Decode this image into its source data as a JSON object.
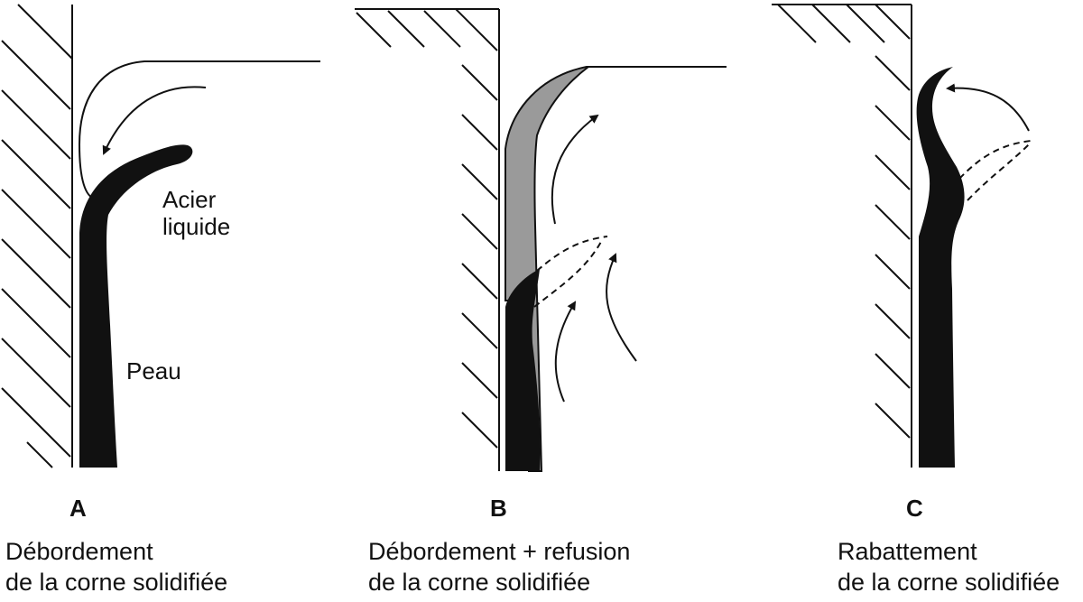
{
  "panels": [
    {
      "letter": "A",
      "caption_line1": "Débordement",
      "caption_line2": "de la corne solidifiée",
      "labels": {
        "liquid_line1": "Acier",
        "liquid_line2": "liquide",
        "skin": "Peau"
      }
    },
    {
      "letter": "B",
      "caption_line1": "Débordement + refusion",
      "caption_line2": "de la corne solidifiée"
    },
    {
      "letter": "C",
      "caption_line1": "Rabattement",
      "caption_line2": "de la corne solidifiée"
    }
  ],
  "colors": {
    "ink": "#111111",
    "refused_shell": "#9a9a9a"
  }
}
